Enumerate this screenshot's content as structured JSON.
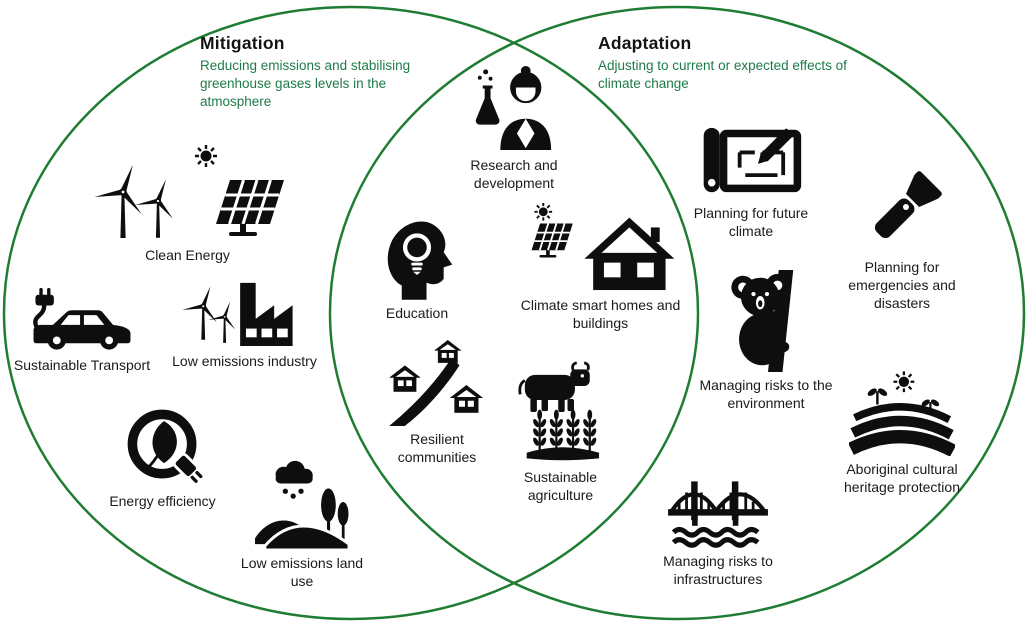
{
  "venn": {
    "mitigation": {
      "title": "Mitigation",
      "subtitle": "Reducing emissions and stabilising greenhouse gases levels in the atmosphere"
    },
    "adaptation": {
      "title": "Adaptation",
      "subtitle": "Adjusting to current or expected effects of climate change"
    }
  },
  "colors": {
    "ellipse_stroke": "#1f7d33",
    "subtitle_green": "#1e7b48",
    "icon_black": "#0e0e0e",
    "label_black": "#1a1a1a"
  },
  "items": [
    {
      "id": "clean-energy",
      "region": "mitigation",
      "icon": "wind-turbines-solar-panel-icon",
      "label": "Clean Energy"
    },
    {
      "id": "sustainable-transport",
      "region": "mitigation",
      "icon": "electric-car-plug-icon",
      "label": "Sustainable Transport"
    },
    {
      "id": "low-emissions-industry",
      "region": "mitigation",
      "icon": "factory-wind-turbine-icon",
      "label": "Low emissions industry"
    },
    {
      "id": "energy-efficiency",
      "region": "mitigation",
      "icon": "leaf-circle-plug-icon",
      "label": "Energy efficiency"
    },
    {
      "id": "low-emissions-land-use",
      "region": "mitigation",
      "icon": "rain-cloud-landscape-trees-icon",
      "label": "Low emissions land use"
    },
    {
      "id": "research-and-development",
      "region": "overlap",
      "icon": "scientist-flask-icon",
      "label": "Research and development"
    },
    {
      "id": "education",
      "region": "overlap",
      "icon": "head-lightbulb-icon",
      "label": "Education"
    },
    {
      "id": "climate-smart-homes",
      "region": "overlap",
      "icon": "solar-panel-house-icon",
      "label": "Climate smart homes and buildings"
    },
    {
      "id": "resilient-communities",
      "region": "overlap",
      "icon": "houses-road-icon",
      "label": "Resilient communities"
    },
    {
      "id": "sustainable-agriculture",
      "region": "overlap",
      "icon": "cow-wheat-icon",
      "label": "Sustainable agriculture"
    },
    {
      "id": "planning-future-climate",
      "region": "adaptation",
      "icon": "blueprint-pencil-icon",
      "label": "Planning for future climate"
    },
    {
      "id": "planning-emergencies-disasters",
      "region": "adaptation",
      "icon": "flashlight-icon",
      "label": "Planning for emergencies and disasters"
    },
    {
      "id": "managing-risks-environment",
      "region": "adaptation",
      "icon": "koala-tree-icon",
      "label": "Managing risks to the environment"
    },
    {
      "id": "aboriginal-heritage",
      "region": "adaptation",
      "icon": "field-rows-sun-plants-icon",
      "label": "Aboriginal cultural heritage protection"
    },
    {
      "id": "managing-risks-infrastructures",
      "region": "adaptation",
      "icon": "bridge-water-icon",
      "label": "Managing risks to infrastructures"
    }
  ]
}
